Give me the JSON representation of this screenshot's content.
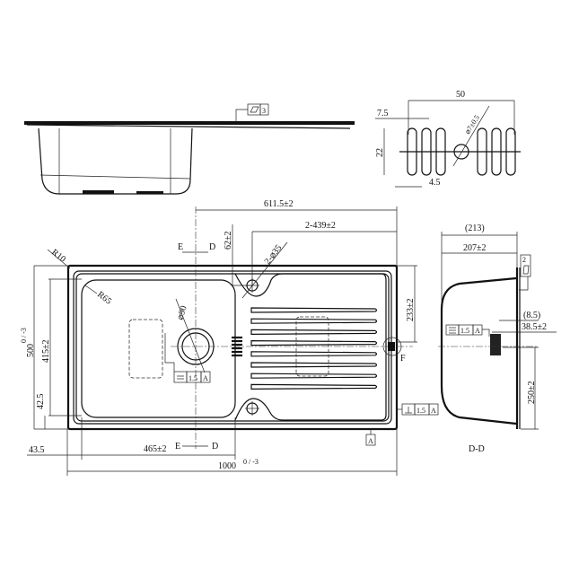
{
  "side_view": {
    "flatness_value": "3"
  },
  "slot_detail": {
    "width": "50",
    "pitch": "7.5",
    "height": "22",
    "gap": "4.5",
    "hole": "⌀7±0.5"
  },
  "plan_view": {
    "overall_length": "611.5±2",
    "hole_spacing": "2-439±2",
    "hole_offset": "62±2",
    "hole_dia": "2-⌀35",
    "corner_radius": "R10",
    "bowl_radius": "R65",
    "drain_dia": "⌀90",
    "width": "500",
    "width_tol": "0 / -3",
    "bowl_width": "415±2",
    "bowl_offset_y": "42.5",
    "bowl_offset_x": "43.5",
    "bowl_length": "465±2",
    "length": "1000",
    "length_tol": "0 / -3",
    "drainer_dim": "233±2",
    "section_left": "E",
    "section_right": "D",
    "detail_label": "F",
    "datum": "A",
    "tol_parallel": {
      "value": "1.5",
      "datum": "A"
    },
    "tol_perp": {
      "value": "1.5",
      "datum": "A"
    }
  },
  "section_view": {
    "title": "D-D",
    "overall_depth": "(213)",
    "depth": "207±2",
    "flatness_value": "2",
    "flange": "(8.5)",
    "drain_offset": "38.5±2",
    "drain_height": "250±2",
    "tol_sym": {
      "value": "1.5",
      "datum": "A"
    }
  }
}
